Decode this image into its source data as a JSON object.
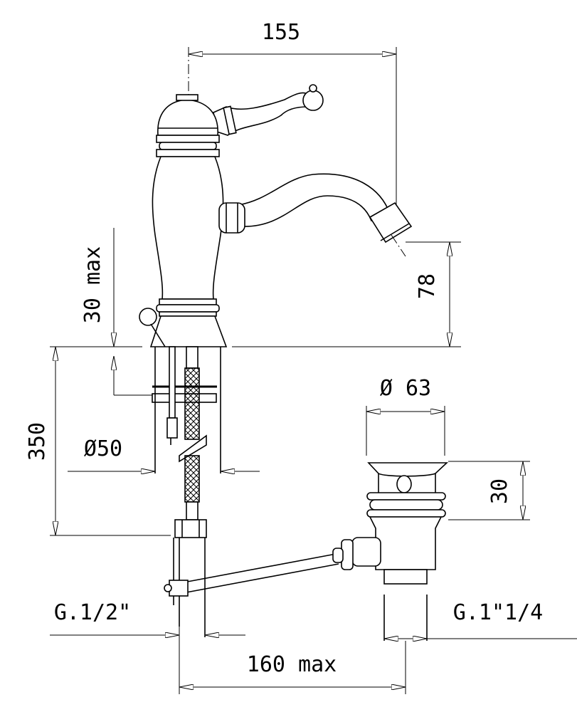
{
  "title": "Single-lever basin mixer with pop-up waste - technical drawing",
  "dimensions": {
    "spout_reach": "155",
    "spout_height": "78",
    "deck_thickness": "30 max",
    "hose_length": "350",
    "hole_diameter": "Ø50",
    "waste_diameter": "Ø 63",
    "waste_height": "30",
    "inlet_thread": "G.1/2\"",
    "waste_thread": "G.1\"1/4",
    "rod_distance": "160 max"
  },
  "colors": {
    "line": "#000000",
    "background": "#ffffff"
  }
}
